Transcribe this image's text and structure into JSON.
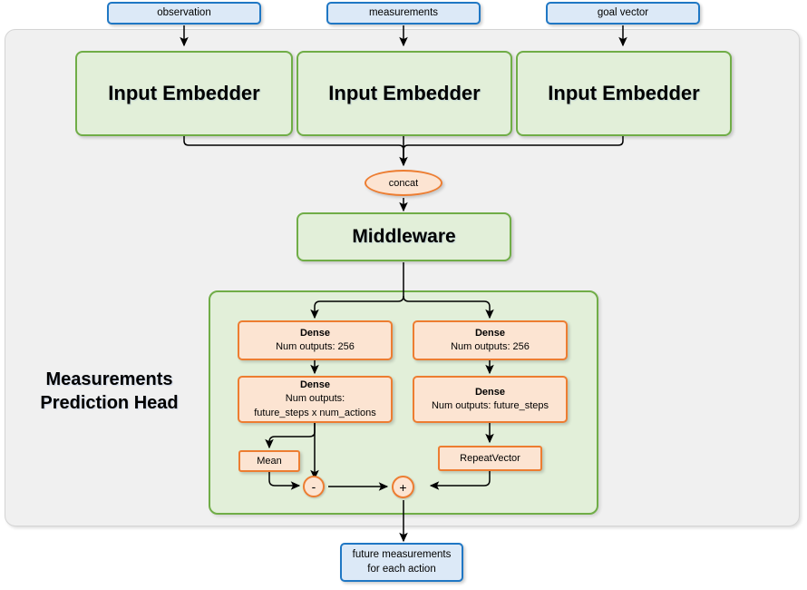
{
  "diagram": {
    "title": "Measurements Prediction Head",
    "inputs": [
      {
        "label": "observation"
      },
      {
        "label": "measurements"
      },
      {
        "label": "goal vector"
      }
    ],
    "embedders": [
      {
        "label": "Input Embedder"
      },
      {
        "label": "Input Embedder"
      },
      {
        "label": "Input Embedder"
      }
    ],
    "concat": {
      "label": "concat"
    },
    "middleware": {
      "label": "Middleware"
    },
    "head": {
      "label": "Measurements\nPrediction Head",
      "label_line1": "Measurements",
      "label_line2": "Prediction Head",
      "left_branch": {
        "dense1": {
          "title": "Dense",
          "detail": "Num outputs: 256"
        },
        "dense2": {
          "title": "Dense",
          "detail_line1": "Num outputs:",
          "detail_line2": "future_steps x num_actions"
        },
        "mean": {
          "label": "Mean"
        }
      },
      "right_branch": {
        "dense1": {
          "title": "Dense",
          "detail": "Num outputs: 256"
        },
        "dense2": {
          "title": "Dense",
          "detail": "Num outputs: future_steps"
        },
        "repeat_vector": {
          "label": "RepeatVector"
        }
      },
      "ops": [
        {
          "symbol": "-",
          "name": "subtract"
        },
        {
          "symbol": "+",
          "name": "add"
        }
      ]
    },
    "output": {
      "line1": "future measurements",
      "line2": "for each action"
    },
    "colors": {
      "io_fill": "#dce9f7",
      "io_stroke": "#1f77c4",
      "module_fill": "#e2efd9",
      "module_stroke": "#70ad47",
      "layer_fill": "#fce4d2",
      "layer_stroke": "#ed7d31",
      "container_fill": "#f0f0f0",
      "container_stroke": "#d4d4d4",
      "wire": "#000000"
    }
  }
}
